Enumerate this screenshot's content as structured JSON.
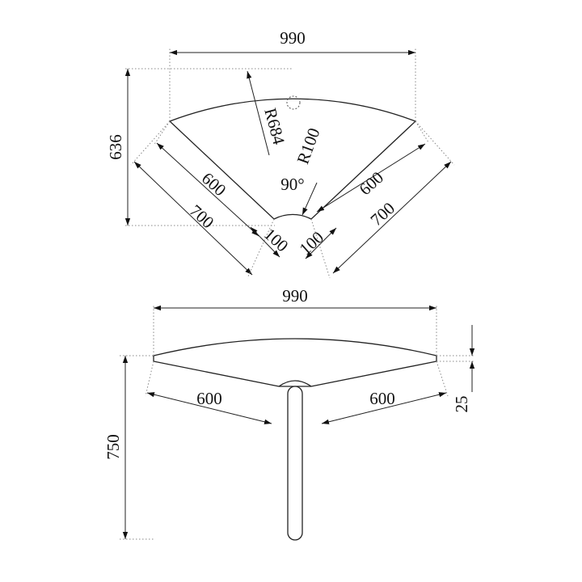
{
  "top_view": {
    "overall_width": "990",
    "overall_depth": "636",
    "outer_radius": "R684",
    "inner_radius": "R100",
    "angle": "90°",
    "left_edge_inner": "600",
    "left_edge_outer": "700",
    "right_edge_inner": "600",
    "right_edge_outer": "700",
    "left_offset": "100",
    "right_offset": "100"
  },
  "side_view": {
    "overall_width": "990",
    "left_edge": "600",
    "right_edge": "600",
    "thickness": "25",
    "height": "750"
  }
}
